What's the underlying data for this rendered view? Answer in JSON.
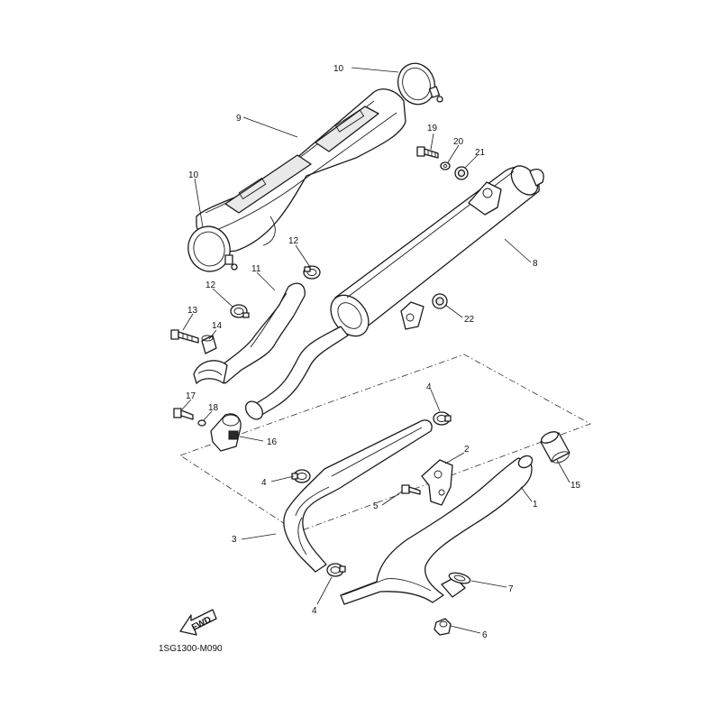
{
  "diagram": {
    "drawing_code": "1SG1300-M090",
    "fwd_label": "FWD",
    "callouts": [
      {
        "id": "c10a",
        "text": "10"
      },
      {
        "id": "c9",
        "text": "9"
      },
      {
        "id": "c19",
        "text": "19"
      },
      {
        "id": "c20",
        "text": "20"
      },
      {
        "id": "c21",
        "text": "21"
      },
      {
        "id": "c10b",
        "text": "10"
      },
      {
        "id": "c12a",
        "text": "12"
      },
      {
        "id": "c8",
        "text": "8"
      },
      {
        "id": "c11",
        "text": "11"
      },
      {
        "id": "c12b",
        "text": "12"
      },
      {
        "id": "c13",
        "text": "13"
      },
      {
        "id": "c14",
        "text": "14"
      },
      {
        "id": "c22",
        "text": "22"
      },
      {
        "id": "c17",
        "text": "17"
      },
      {
        "id": "c18",
        "text": "18"
      },
      {
        "id": "c4a",
        "text": "4"
      },
      {
        "id": "c16",
        "text": "16"
      },
      {
        "id": "c2",
        "text": "2"
      },
      {
        "id": "c4b",
        "text": "4"
      },
      {
        "id": "c15",
        "text": "15"
      },
      {
        "id": "c5",
        "text": "5"
      },
      {
        "id": "c1",
        "text": "1"
      },
      {
        "id": "c3",
        "text": "3"
      },
      {
        "id": "c7",
        "text": "7"
      },
      {
        "id": "c4c",
        "text": "4"
      },
      {
        "id": "c6",
        "text": "6"
      }
    ]
  }
}
